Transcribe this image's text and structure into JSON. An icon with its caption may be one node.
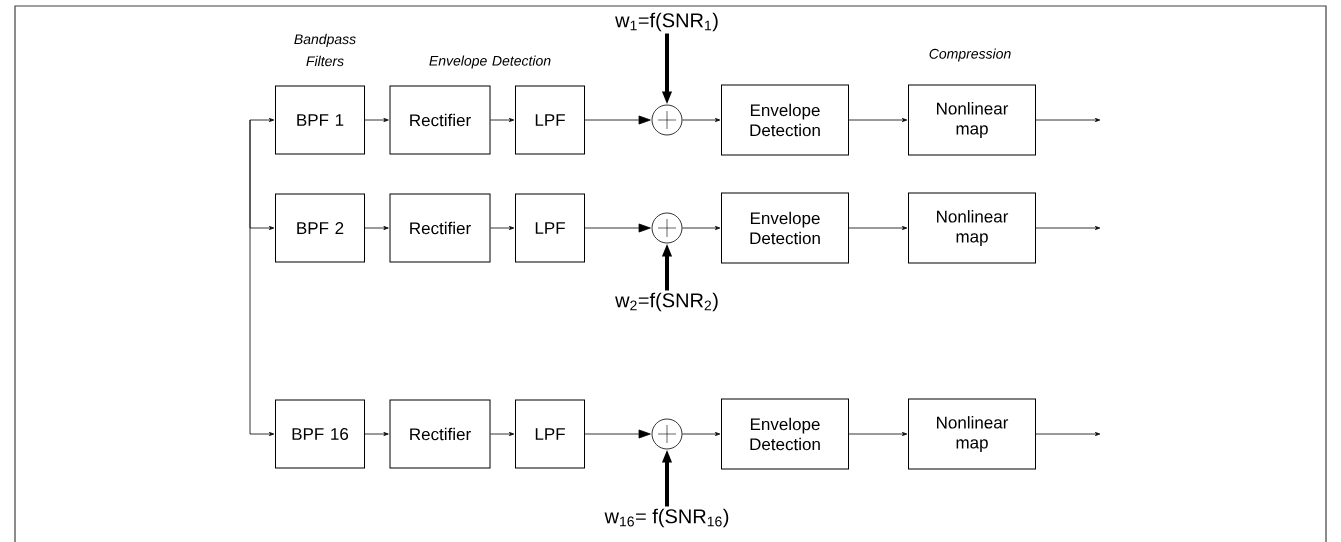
{
  "diagram": {
    "nodes": [
      {
        "text": [
          "BPF 1"
        ]
      },
      {
        "text": [
          "Rectifier"
        ]
      },
      {
        "text": [
          "LPF"
        ]
      },
      {
        "text": [
          "w$_{1}$=f(SNR$_{1}$)"
        ]
      },
      {
        "text": [],
        "shape": "circle"
      },
      {
        "text": [
          "Envelope Detection"
        ]
      },
      {
        "text": [
          "Nonlinear map"
        ]
      },
      {
        "text": [
          "BPF 2"
        ]
      },
      {
        "text": [
          "Rectifier"
        ]
      },
      {
        "text": [
          "LPF"
        ]
      },
      {
        "text": [],
        "shape": "circle"
      },
      {
        "text": [
          "Envelope Detection"
        ]
      },
      {
        "text": [
          "Nonlinear map"
        ]
      },
      {
        "text": [
          "w$_{2}$=f(SNR$_{2}$)"
        ]
      },
      {
        "text": [
          "BPF 16"
        ]
      },
      {
        "text": [
          "Rectifier"
        ]
      },
      {
        "text": [
          "LPF"
        ]
      },
      {
        "text": [],
        "shape": "circle"
      },
      {
        "text": [
          "Envelope Detection"
        ]
      },
      {
        "text": [
          "Nonlinear map"
        ]
      },
      {
        "text": [
          "w$_{16}$= f(SNR$_{16}$)"
        ]
      }
    ],
    "edges": [
      {
        "from": null,
        "to": 0,
        "arrow": "to"
      },
      {
        "from": 0,
        "to": 1,
        "arrow": "to"
      },
      {
        "from": 1,
        "to": 2,
        "arrow": "to"
      },
      {
        "from": 2,
        "to": 4,
        "arrow": "to"
      },
      {
        "from": 3,
        "to": 4,
        "arrow": "to",
        "style": "thick"
      },
      {
        "from": 4,
        "to": 5,
        "arrow": "to"
      },
      {
        "from": 5,
        "to": 6,
        "arrow": "to"
      },
      {
        "from": 6,
        "to": null,
        "arrow": "to"
      },
      {
        "from": null,
        "to": 7,
        "arrow": "to"
      },
      {
        "from": 7,
        "to": 8,
        "arrow": "to"
      },
      {
        "from": 8,
        "to": 9,
        "arrow": "to"
      },
      {
        "from": 9,
        "to": 10,
        "arrow": "to"
      },
      {
        "from": 13,
        "to": 10,
        "arrow": "to",
        "style": "thick"
      },
      {
        "from": 10,
        "to": 11,
        "arrow": "to"
      },
      {
        "from": 11,
        "to": 12,
        "arrow": "to"
      },
      {
        "from": 12,
        "to": null,
        "arrow": "to"
      },
      {
        "from": null,
        "to": 14,
        "arrow": "to"
      },
      {
        "from": 14,
        "to": 15,
        "arrow": "to"
      },
      {
        "from": 15,
        "to": 16,
        "arrow": "to"
      },
      {
        "from": 16,
        "to": 17,
        "arrow": "to"
      },
      {
        "from": 20,
        "to": 17,
        "arrow": "to",
        "style": "thick"
      },
      {
        "from": 17,
        "to": 18,
        "arrow": "to"
      },
      {
        "from": 18,
        "to": 19,
        "arrow": "to"
      },
      {
        "from": 19,
        "to": null,
        "arrow": "to"
      }
    ],
    "labels": [
      "Bandpass Filters",
      "Envelope Detection",
      "Compression"
    ]
  }
}
